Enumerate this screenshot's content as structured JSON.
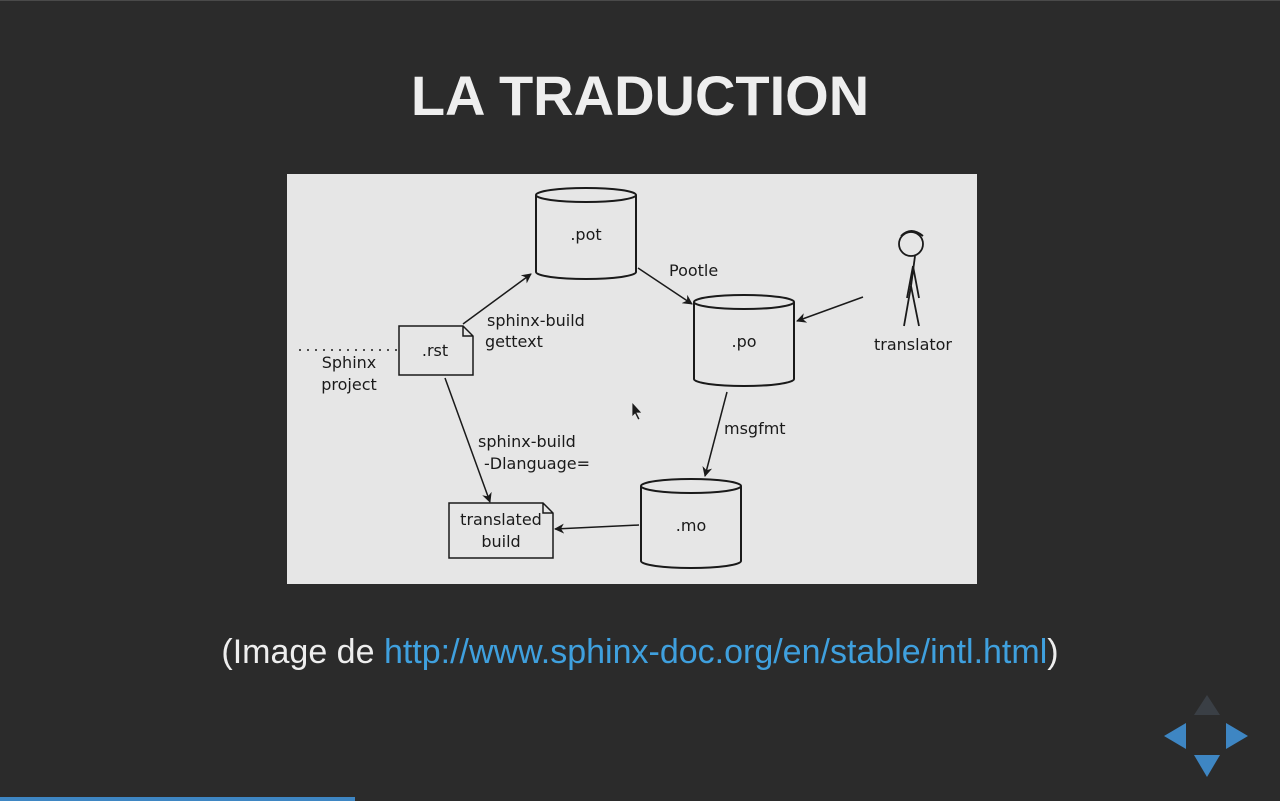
{
  "slide": {
    "title": "LA TRADUCTION",
    "caption": {
      "prefix": "(Image de ",
      "link_text": "http://www.sphinx-doc.org/en/stable/intl.html",
      "suffix": ")"
    }
  },
  "diagram": {
    "pot": ".pot",
    "po": ".po",
    "mo": ".mo",
    "rst": ".rst",
    "sphinx_project_line1": "Sphinx",
    "sphinx_project_line2": "project",
    "gettext_line1": "sphinx-build",
    "gettext_line2": "gettext",
    "pootle": "Pootle",
    "translator": "translator",
    "msgfmt": "msgfmt",
    "dlang_line1": "sphinx-build",
    "dlang_line2": "-Dlanguage=",
    "translated_line1": "translated",
    "translated_line2": "build"
  },
  "navigation": {
    "progress_fraction": 0.277
  },
  "colors": {
    "background": "#2b2b2b",
    "title": "#eeeeee",
    "link": "#3fa0de",
    "controls_active": "#3e86c3",
    "controls_disabled": "#3a3f45"
  },
  "icons": {
    "up": "triangle-up-icon",
    "left": "triangle-left-icon",
    "right": "triangle-right-icon",
    "down": "triangle-down-icon"
  }
}
